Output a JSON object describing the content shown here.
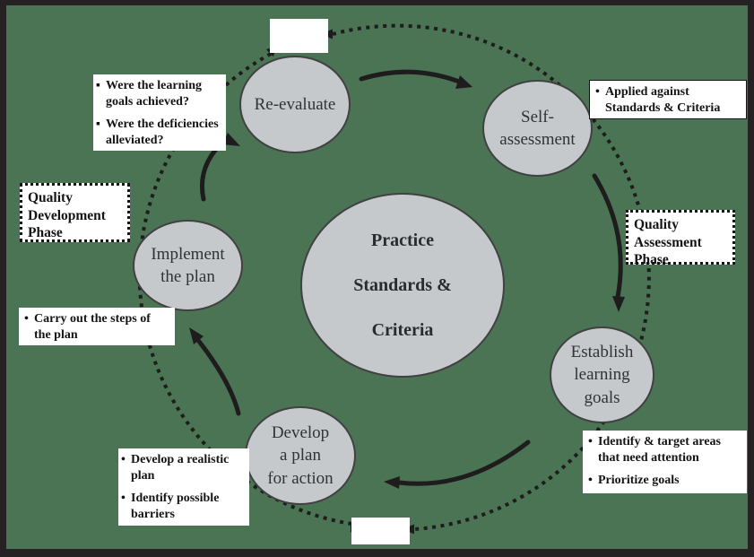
{
  "title": "Practice standards quality cycle diagram",
  "colors": {
    "background": "#4a7453",
    "frame": "#262122",
    "node_fill": "#c5c9cc",
    "node_stroke": "#414042",
    "ink": "#1e1c1d",
    "note_bg": "#ffffff"
  },
  "center": {
    "lines": [
      "Practice",
      "Standards &",
      "Criteria"
    ]
  },
  "nodes": {
    "re_evaluate": {
      "lines": [
        "Re-evaluate"
      ]
    },
    "self_assessment": {
      "lines": [
        "Self-",
        "assessment"
      ]
    },
    "establish": {
      "lines": [
        "Establish",
        "learning",
        "goals"
      ]
    },
    "develop": {
      "lines": [
        "Develop",
        "a plan",
        "for action"
      ]
    },
    "implement": {
      "lines": [
        "Implement",
        "the plan"
      ]
    }
  },
  "notes": {
    "learning": {
      "bullet": "▪",
      "items": [
        {
          "lines": [
            "Were the learning",
            "goals achieved?"
          ]
        },
        {
          "lines": [
            "Were the deficiencies",
            "alleviated?"
          ]
        }
      ]
    },
    "applied": {
      "bullet": "•",
      "items": [
        {
          "lines": [
            "Applied against",
            "Standards & Criteria"
          ]
        }
      ]
    },
    "identify": {
      "bullet": "•",
      "items": [
        {
          "lines": [
            "Identify & target areas",
            "that need attention"
          ]
        },
        {
          "lines": [
            "Prioritize goals",
            ""
          ]
        }
      ]
    },
    "develop_plan": {
      "bullet": "•",
      "items": [
        {
          "lines": [
            "Develop a realistic",
            "plan"
          ]
        },
        {
          "lines": [
            "Identify possible",
            "barriers"
          ]
        }
      ]
    },
    "carry": {
      "bullet": "•",
      "items": [
        {
          "lines": [
            "Carry out the steps of",
            "the plan"
          ]
        }
      ]
    }
  },
  "phases": {
    "development": {
      "lines": [
        "Quality",
        "Development",
        "Phase"
      ]
    },
    "assessment": {
      "lines": [
        "Quality",
        "Assessment",
        "Phase"
      ]
    }
  }
}
